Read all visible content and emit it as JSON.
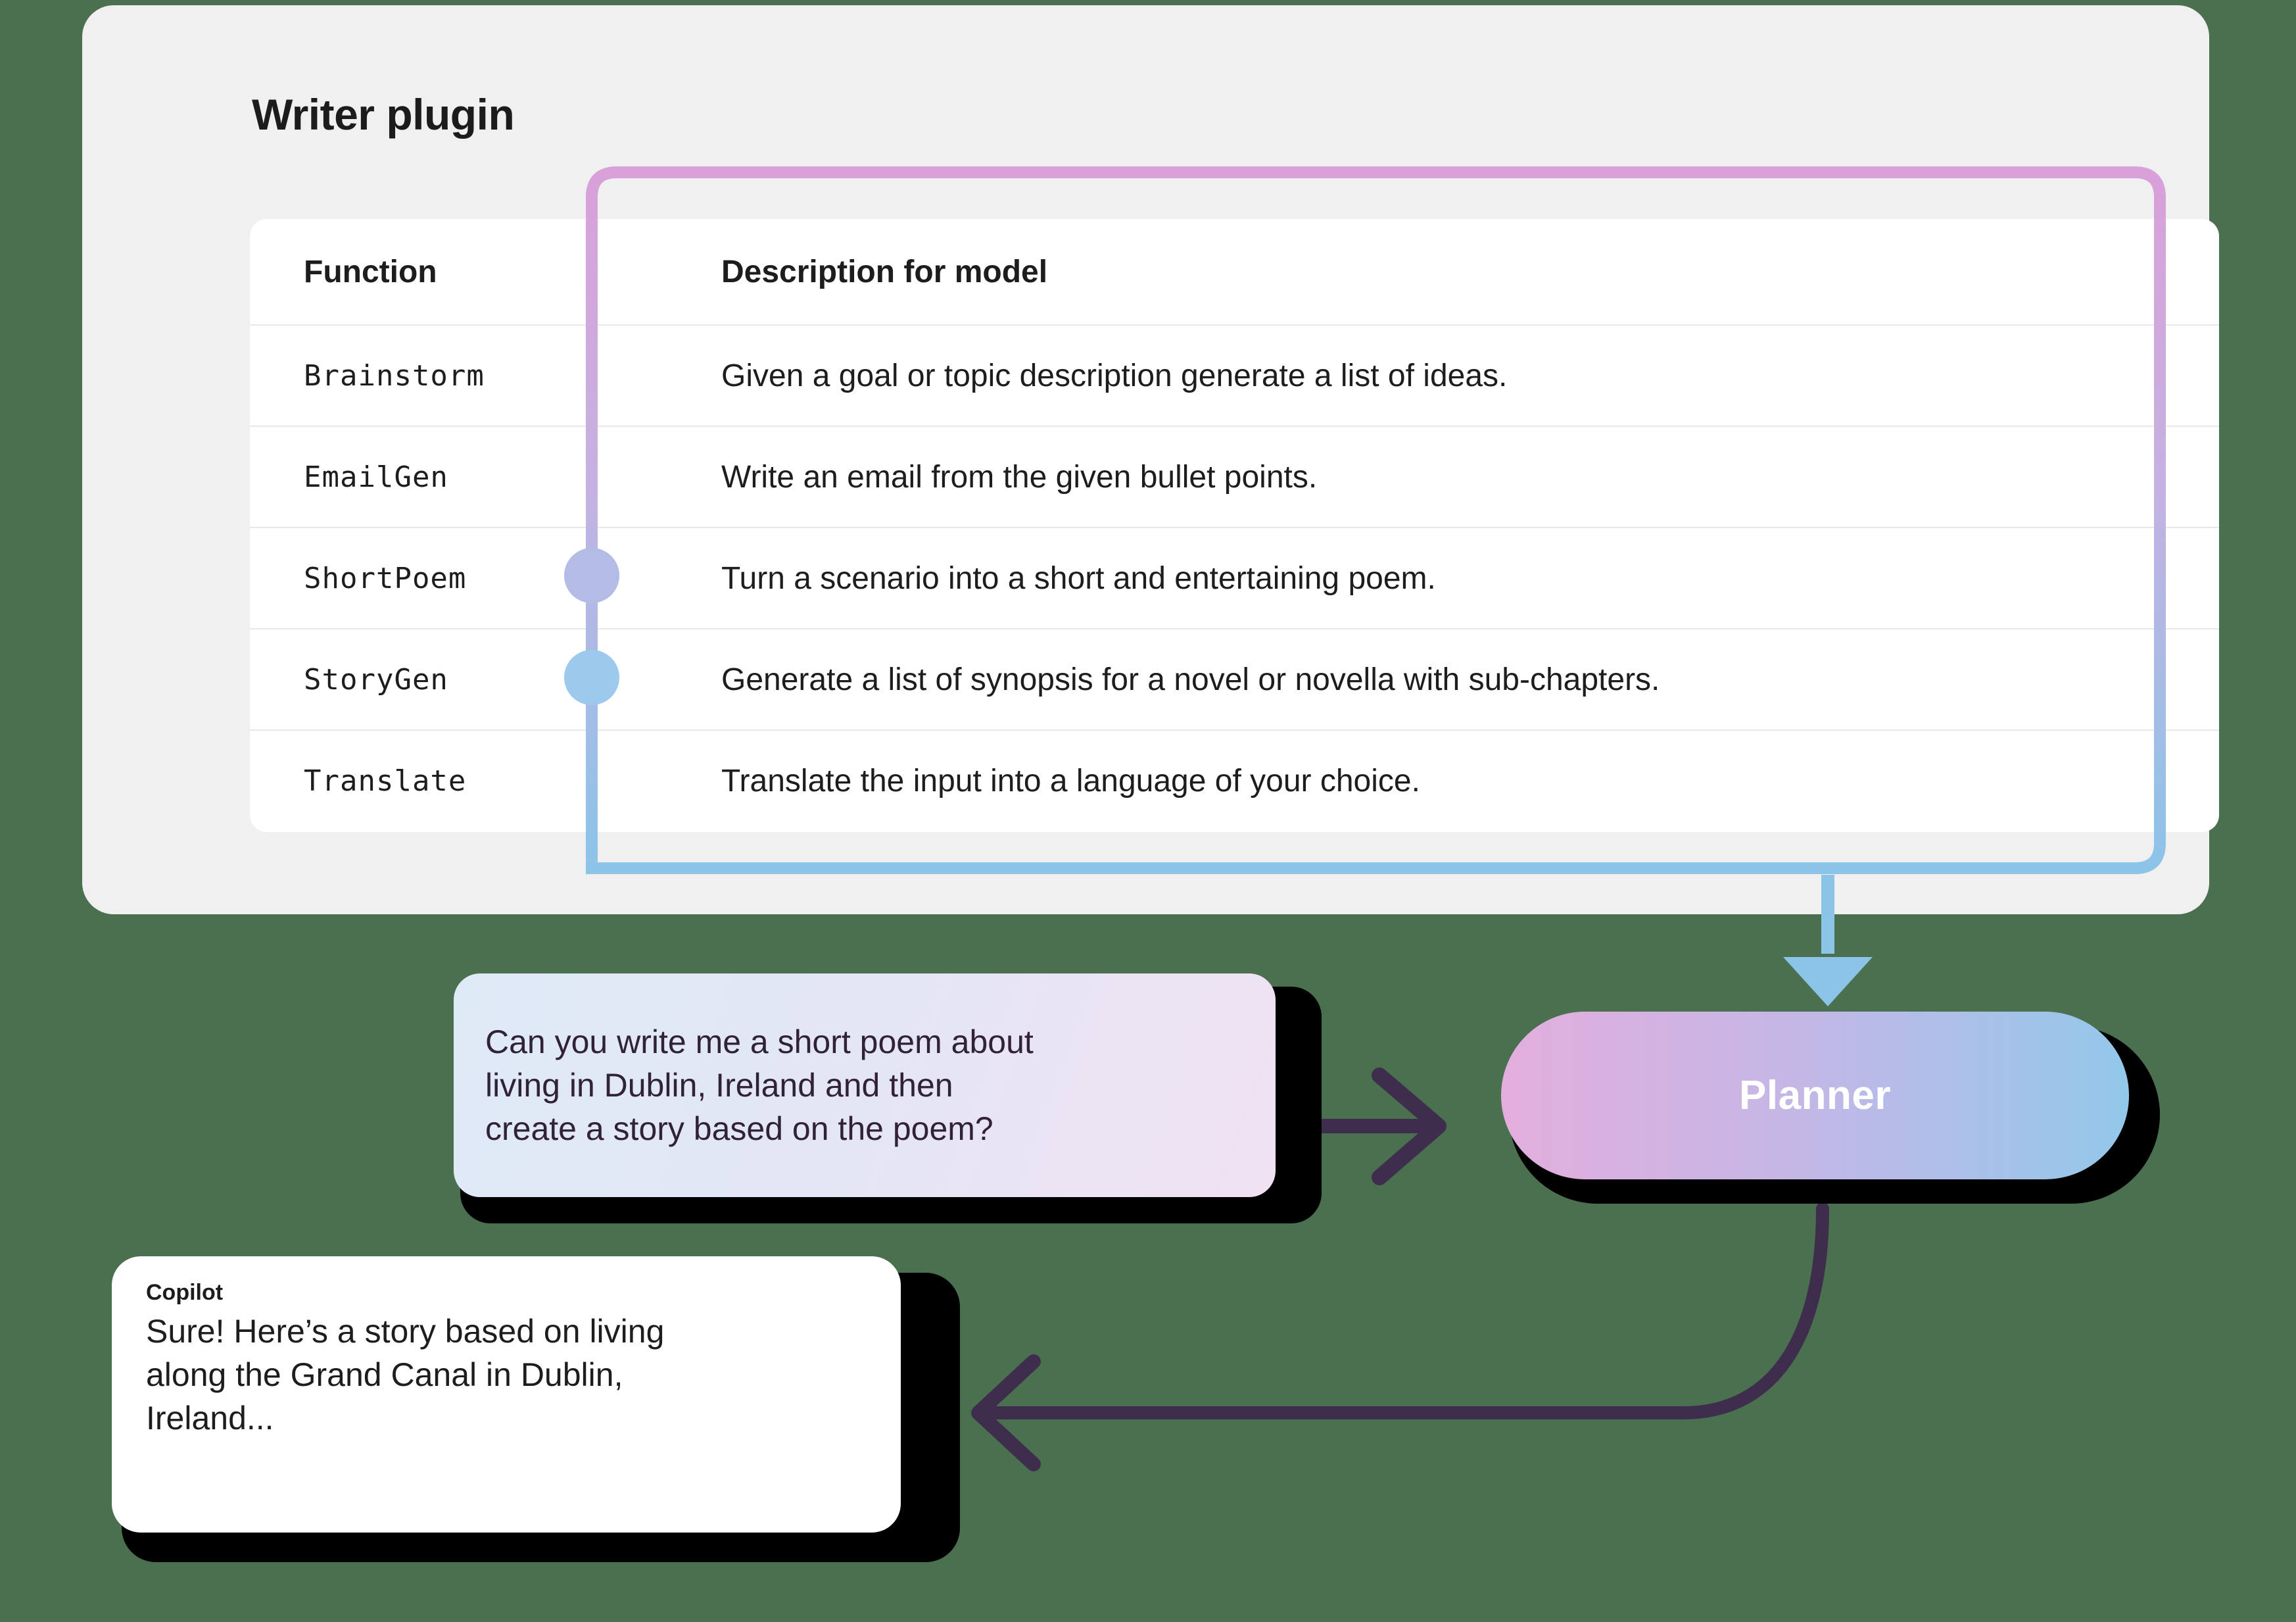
{
  "background": {
    "page_color": "#4a7050",
    "card_color": "#eff0ef"
  },
  "plugin_card": {
    "title": "Writer plugin",
    "table": {
      "columns": [
        "Function",
        "Description for model"
      ],
      "rows": [
        {
          "function": "Brainstorm",
          "description": "Given a goal or topic description generate a list of ideas.",
          "marker": null
        },
        {
          "function": "EmailGen",
          "description": "Write an email from the given bullet points.",
          "marker": null
        },
        {
          "function": "ShortPoem",
          "description": "Turn a scenario into a short and entertaining poem.",
          "marker": "#b3bce4"
        },
        {
          "function": "StoryGen",
          "description": "Generate a list of synopsis for a novel or novella with sub-chapters.",
          "marker": "#9cc9ec"
        },
        {
          "function": "Translate",
          "description": "Translate the input into a language of your choice.",
          "marker": null
        }
      ]
    }
  },
  "flow": {
    "loop_gradient_start": "#d9a0da",
    "loop_gradient_end": "#8cc4e8",
    "arrow_color": "#3e2d4d",
    "down_arrow_color": "#8cc4e8"
  },
  "user_message": {
    "text": "Can you write me a short poem about\nliving in Dublin, Ireland and then\ncreate a story based on the poem?"
  },
  "planner": {
    "label": "Planner"
  },
  "copilot_message": {
    "sender": "Copilot",
    "text": "Sure! Here’s a story based on living\nalong the Grand Canal in Dublin,\nIreland..."
  }
}
